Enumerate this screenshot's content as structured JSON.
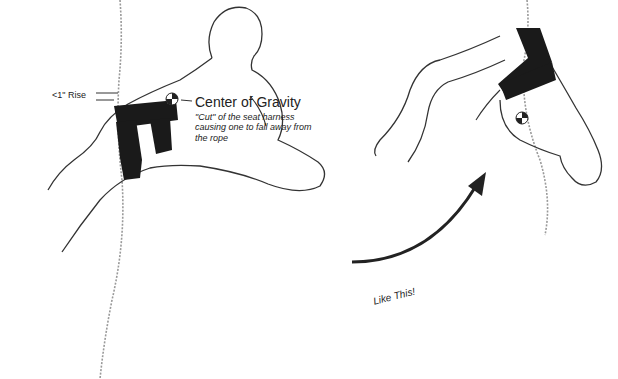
{
  "diagram": {
    "labels": [
      "<1\" Rise",
      "Center of Gravity",
      "\"Cut\" of the seat harness causing one to fall away from the rope",
      "Like This!"
    ]
  }
}
